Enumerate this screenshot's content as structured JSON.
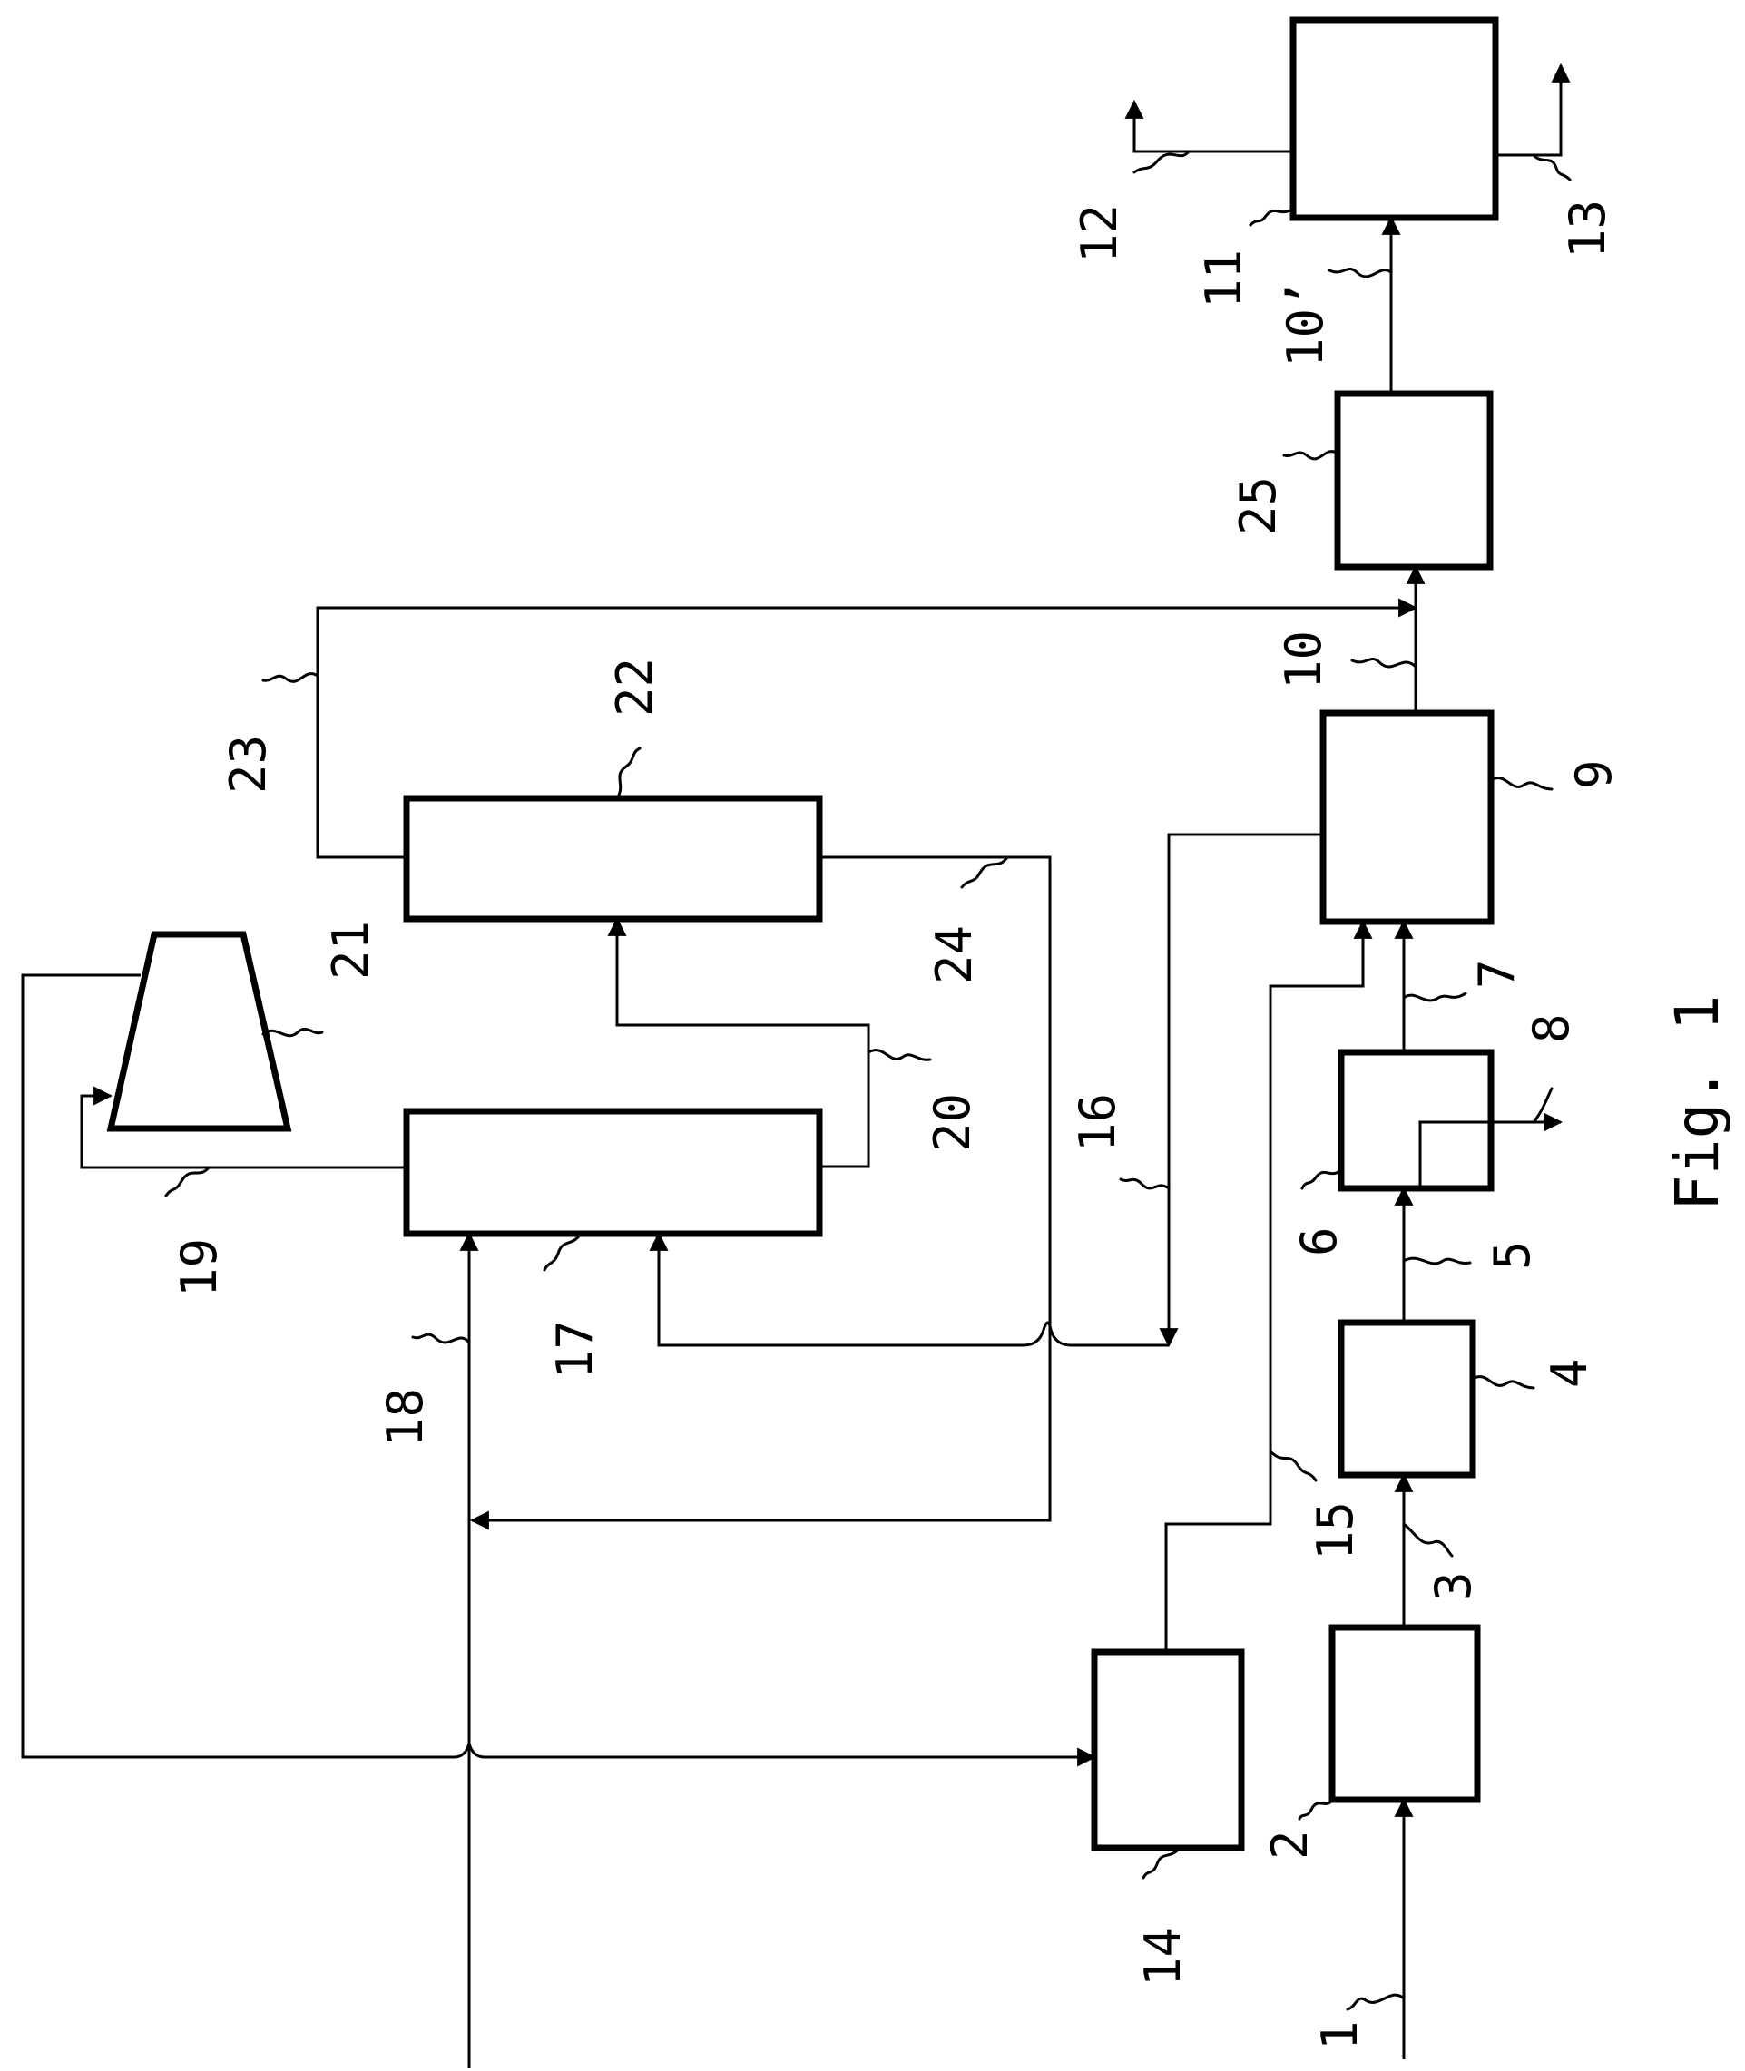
{
  "figure": {
    "caption": "Fig. 1"
  },
  "labels": {
    "l1": "1",
    "l2": "2",
    "l3": "3",
    "l4": "4",
    "l5": "5",
    "l6": "6",
    "l7": "7",
    "l8": "8",
    "l9": "9",
    "l10": "10",
    "l10p": "10’",
    "l11": "11",
    "l12": "12",
    "l13": "13",
    "l14": "14",
    "l15": "15",
    "l16": "16",
    "l17": "17",
    "l18": "18",
    "l19": "19",
    "l20": "20",
    "l21": "21",
    "l22": "22",
    "l23": "23",
    "l24": "24",
    "l25": "25"
  }
}
